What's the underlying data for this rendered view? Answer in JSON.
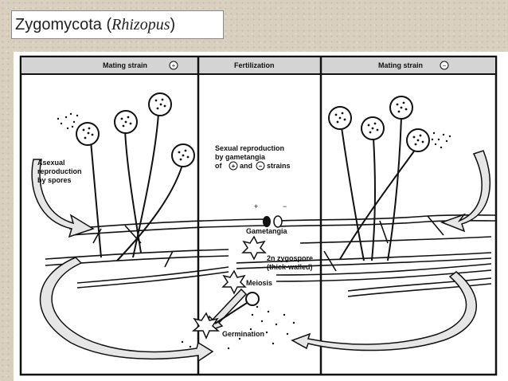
{
  "slide": {
    "title_plain": "Zygomycota (",
    "title_italic": "Rhizopus",
    "title_close": ")"
  },
  "diagram": {
    "header": {
      "left": "Mating strain",
      "middle": "Fertilization",
      "right": "Mating strain"
    },
    "strain_signs": {
      "plus": "+",
      "minus": "−"
    },
    "labels": {
      "asexual": [
        "Asexual",
        "reproduction",
        "by spores"
      ],
      "sexual": [
        "Sexual reproduction",
        "by gametangia",
        "of",
        "and",
        "strains"
      ],
      "gametangia": "Gametangia",
      "zygospore": [
        "2n zygospore",
        "(thick-walled)"
      ],
      "meiosis": "Meiosis",
      "germination": "Germination"
    }
  }
}
